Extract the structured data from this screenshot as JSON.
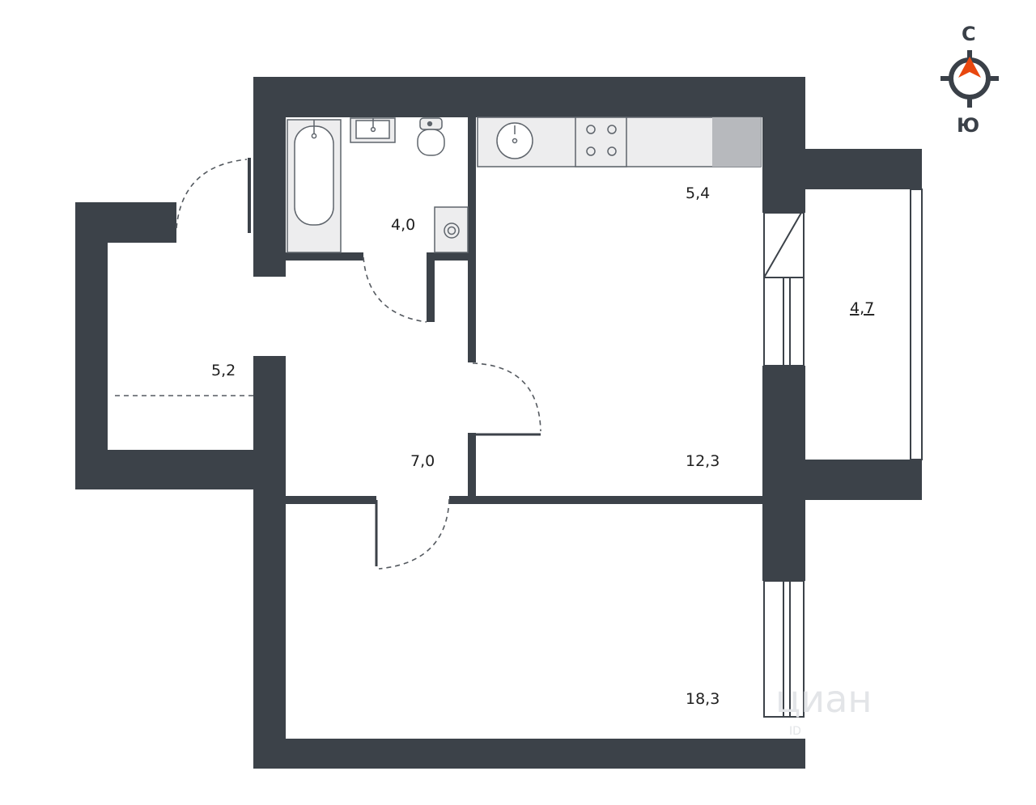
{
  "compass": {
    "north": "С",
    "south": "Ю"
  },
  "rooms": {
    "bathroom": "4,0",
    "kitchen": "5,4",
    "balcony": "4,7",
    "storage": "5,2",
    "hall": "7,0",
    "living_room": "12,3",
    "bedroom": "18,3"
  },
  "watermark": {
    "brand": "циан",
    "sub": "ID"
  },
  "colors": {
    "wall": "#3c4249",
    "fixture_fill": "#ededee",
    "fixture_stroke": "#5f656c",
    "appliance": "#b7b9bd",
    "compass_arrow": "#e8470f"
  }
}
